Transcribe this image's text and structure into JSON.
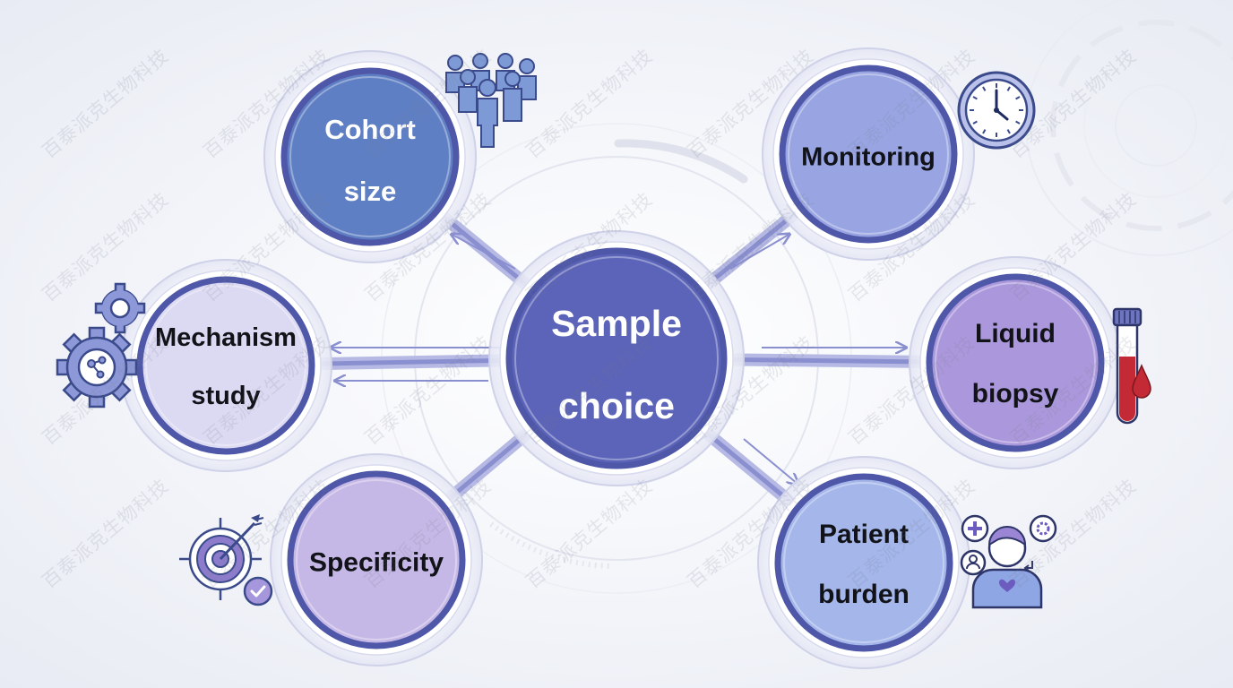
{
  "center": {
    "label_line1": "Sample",
    "label_line2": "choice"
  },
  "nodes": {
    "cohort_size": {
      "line1": "Cohort",
      "line2": "size"
    },
    "monitoring": {
      "line1": "Monitoring",
      "line2": ""
    },
    "mechanism_study": {
      "line1": "Mechanism",
      "line2": "study"
    },
    "liquid_biopsy": {
      "line1": "Liquid",
      "line2": "biopsy"
    },
    "specificity": {
      "line1": "Specificity",
      "line2": ""
    },
    "patient_burden": {
      "line1": "Patient",
      "line2": "burden"
    }
  },
  "icons": {
    "cohort_size": "people-group-icon",
    "monitoring": "clock-icon",
    "mechanism_study": "gears-icon",
    "liquid_biopsy": "blood-tube-icon",
    "specificity": "target-icon",
    "patient_burden": "patient-icon"
  },
  "watermark": {
    "text": "百泰派克生物科技"
  },
  "colors": {
    "center_fill": "#5b64b8",
    "cohort_fill": "#5f7fc4",
    "monitoring_fill": "#98a5e2",
    "mechanism_fill": "#dcdaf3",
    "liquid_fill": "#ab98dc",
    "specificity_fill": "#c6b8e6",
    "patient_fill": "#a4b6ea",
    "ring_dark": "#4f58a8",
    "connector": "#8a8fd0",
    "blood_red": "#c42a35"
  }
}
